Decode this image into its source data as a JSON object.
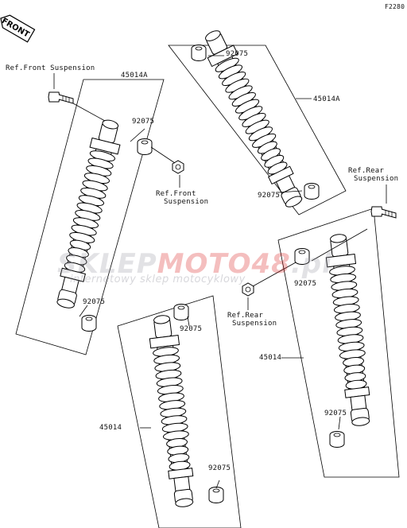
{
  "figure_code": "F2280",
  "front_tag": "FRONT",
  "watermark": {
    "brand_part1": "SKLEP",
    "brand_part2": "MOTO48",
    "suffix": ".pl",
    "tagline": "internetowy sklep motocyklowy"
  },
  "labels": {
    "ref_front_top": "Ref.Front Suspension",
    "ref_front_mid_line1": "Ref.Front",
    "ref_front_mid_line2": "Suspension",
    "ref_rear_top_line1": "Ref.Rear",
    "ref_rear_top_line2": "Suspension",
    "ref_rear_mid_line1": "Ref.Rear",
    "ref_rear_mid_line2": "Suspension"
  },
  "parts": {
    "shock_front": "45014A",
    "shock_rear": "45014",
    "collar": "92075"
  }
}
